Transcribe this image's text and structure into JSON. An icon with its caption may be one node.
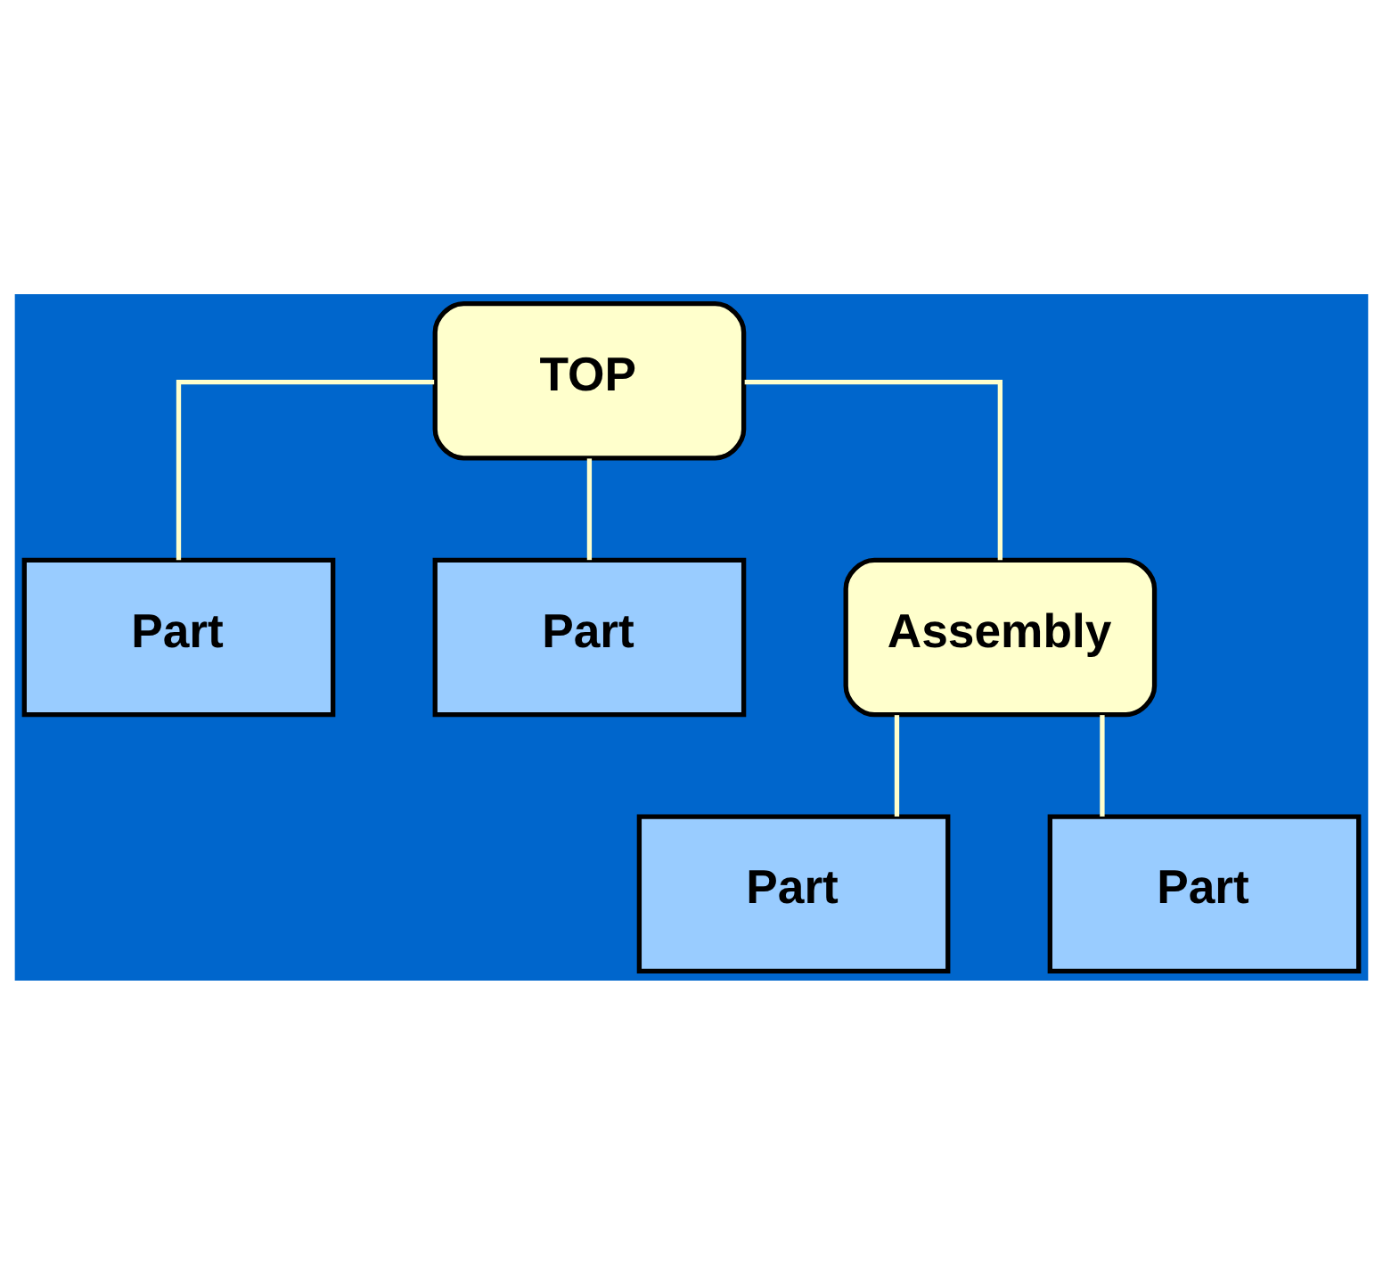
{
  "diagram": {
    "nodes": [
      {
        "text": [
          "TOP"
        ]
      },
      {
        "text": [
          "Part"
        ]
      },
      {
        "text": [
          "Part"
        ]
      },
      {
        "text": [
          "Assembly"
        ]
      },
      {
        "text": [
          "Part"
        ]
      },
      {
        "text": [
          "Part"
        ]
      }
    ],
    "edges": [
      {
        "from": 0,
        "to": 1,
        "arrow": "none"
      },
      {
        "from": 0,
        "to": 2,
        "arrow": "none"
      },
      {
        "from": 0,
        "to": 3,
        "arrow": "none"
      },
      {
        "from": 3,
        "to": 4,
        "arrow": "none"
      },
      {
        "from": 3,
        "to": 5,
        "arrow": "none"
      }
    ]
  }
}
